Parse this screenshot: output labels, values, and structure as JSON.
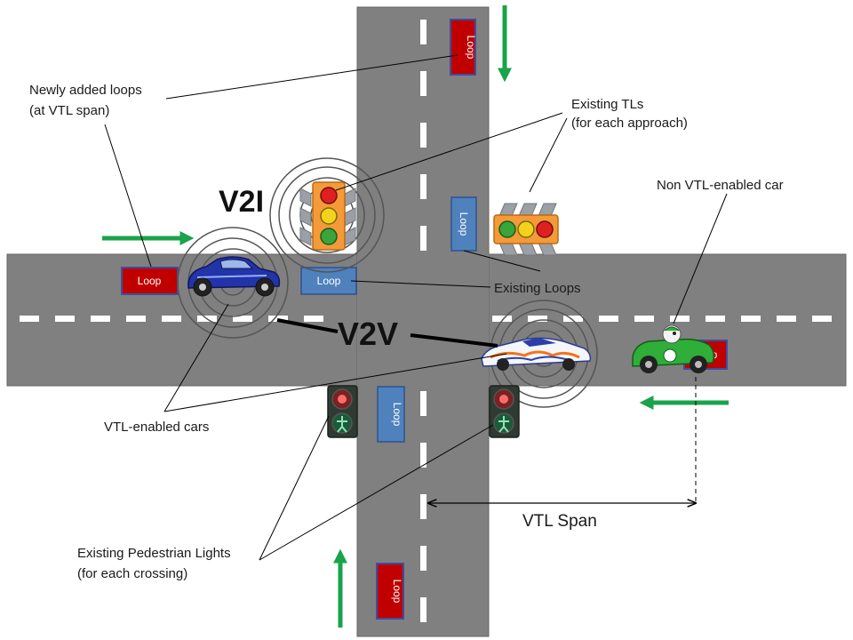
{
  "labels": {
    "newly_added_loops_1": "Newly added loops",
    "newly_added_loops_2": "(at VTL span)",
    "existing_tls_1": "Existing TLs",
    "existing_tls_2": "(for each approach)",
    "non_vtl_car": "Non VTL-enabled car",
    "existing_loops": "Existing Loops",
    "vtl_enabled_cars": "VTL-enabled cars",
    "pedestrian_lights_1": "Existing Pedestrian Lights",
    "pedestrian_lights_2": "(for each crossing)",
    "vtl_span": "VTL Span",
    "v2i": "V2I",
    "v2v": "V2V"
  },
  "loops": {
    "top_new": "Loop",
    "bottom_new": "Loop",
    "left_new": "Loop",
    "right_new": "Loop",
    "top_existing": "Loop",
    "left_existing": "Loop",
    "bottom_existing": "Loop"
  },
  "colors": {
    "road": "#808080",
    "road_edge": "#5f5f5f",
    "lane_marking": "#ffffff",
    "new_loop": "#c00000",
    "existing_loop": "#4f81bd",
    "arrow": "#1aa34a",
    "traffic_light_body": "#f59a38",
    "tl_red": "#e02020",
    "tl_yellow": "#f2d21c",
    "tl_green": "#3aa53a",
    "vtl_car_blue": "#2333a8",
    "non_vtl_car_green": "#2fae3a"
  },
  "icons": {
    "flow_arrow": "arrow-icon",
    "signal_waves": "wireless-waves-icon",
    "traffic_light": "traffic-light-icon",
    "pedestrian_light": "pedestrian-light-icon",
    "car": "car-icon"
  }
}
